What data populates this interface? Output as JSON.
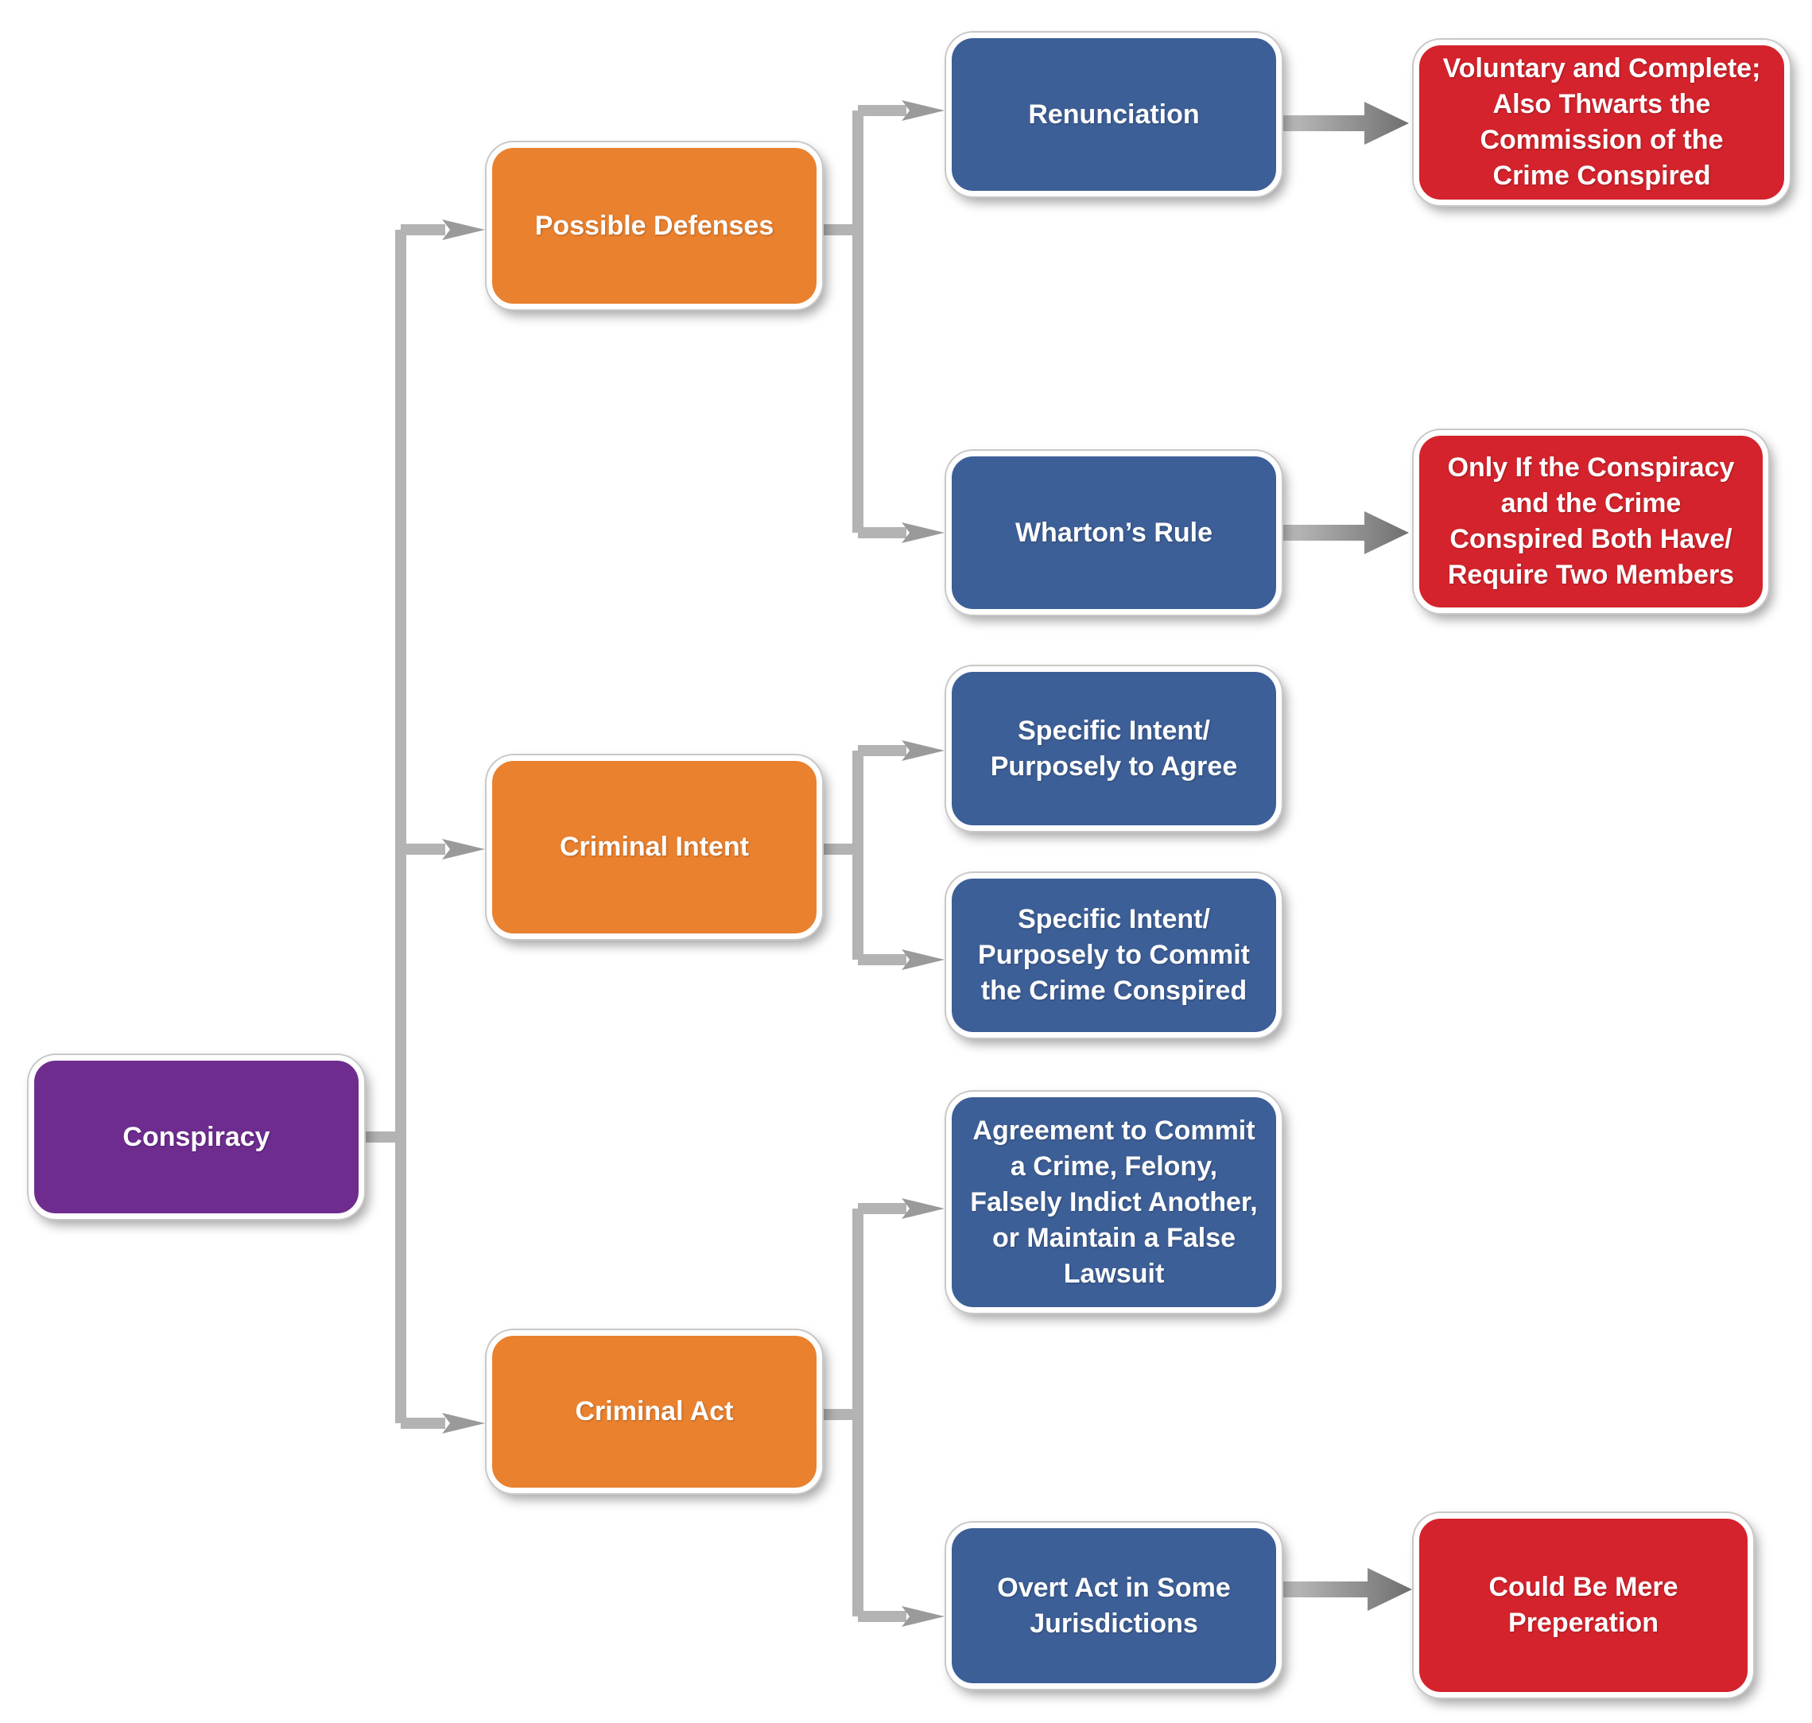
{
  "nodes": {
    "conspiracy": "Conspiracy",
    "possible_defenses": "Possible Defenses",
    "criminal_intent": "Criminal Intent",
    "criminal_act": "Criminal Act",
    "renunciation": "Renunciation",
    "whartons_rule": "Wharton’s Rule",
    "intent_agree": "Specific Intent/\nPurposely to Agree",
    "intent_commit": "Specific Intent/\nPurposely to Commit\nthe Crime Conspired",
    "agreement": "Agreement to Commit\na Crime, Felony,\nFalsely Indict Another,\nor Maintain a False\nLawsuit",
    "overt_act": "Overt Act in Some\nJurisdictions",
    "voluntary": "Voluntary and Complete;\nAlso Thwarts the\nCommission of the\nCrime Conspired",
    "only_if": "Only If the Conspiracy\nand the Crime\nConspired Both Have/\nRequire Two Members",
    "could_be": "Could Be Mere\nPreperation"
  },
  "colors": {
    "root": "#6e2c8f",
    "category": "#e9812f",
    "element": "#3d5f97",
    "detail": "#d4232c",
    "connector": "#b3b3b3",
    "arrow": "#8c8c8c"
  }
}
